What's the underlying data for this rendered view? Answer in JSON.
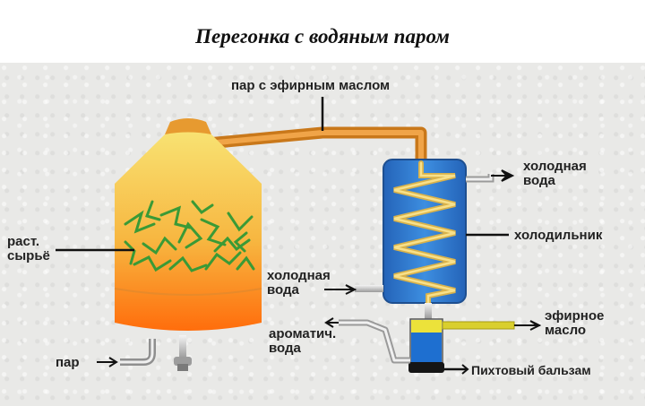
{
  "title": "Перегонка с водяным паром",
  "labels": {
    "steam_oil": "пар с эфирным маслом",
    "cold_water_out": [
      "холодная",
      "вода"
    ],
    "condenser": "холодильник",
    "cold_water_in": [
      "холодная",
      "вода"
    ],
    "raw_material": [
      "раст.",
      "сырьё"
    ],
    "essential_oil": [
      "эфирное",
      "масло"
    ],
    "aromatic_water": [
      "ароматич.",
      "вода"
    ],
    "steam": "пар",
    "fir_balsam": "Пихтовый бальзам"
  },
  "colors": {
    "pipe": "#e08a1a",
    "vessel_top": "#f8e070",
    "vessel_bottom": "#ff7a10",
    "herb": "#3fa43a",
    "condenser": "#2d73c5",
    "coil": "#f2cf63",
    "oil": "#e8e23a",
    "water_layer": "#1e6fd0"
  }
}
